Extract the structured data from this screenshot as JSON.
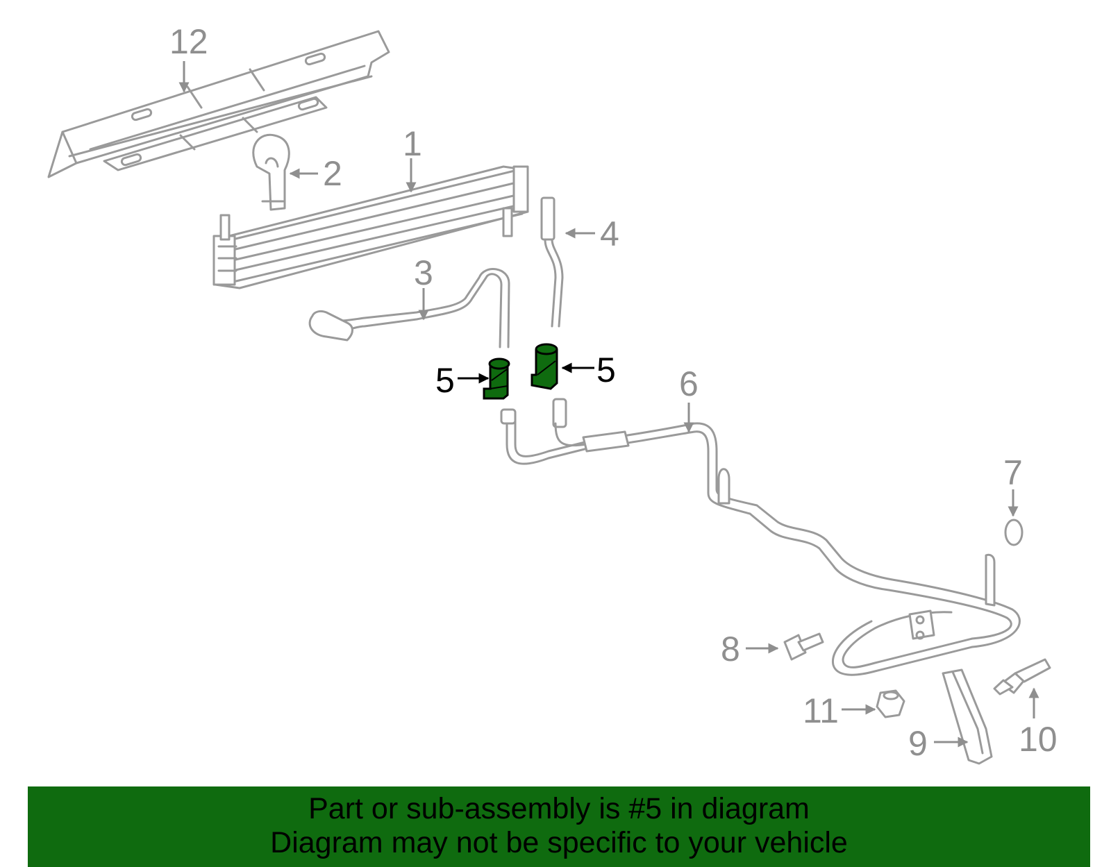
{
  "colors": {
    "highlight": "#0f6b0f",
    "part_line": "#9a9a9a",
    "label_gray": "#8f8f8f",
    "label_black": "#000000"
  },
  "callouts": {
    "c1": "1",
    "c2": "2",
    "c3": "3",
    "c4": "4",
    "c5a": "5",
    "c5b": "5",
    "c6": "6",
    "c7": "7",
    "c8": "8",
    "c9": "9",
    "c10": "10",
    "c11": "11",
    "c12": "12"
  },
  "highlighted_part": "5",
  "banner": {
    "line1": "Part or sub-assembly is #5 in diagram",
    "line2": "Diagram may not be specific to your vehicle"
  }
}
